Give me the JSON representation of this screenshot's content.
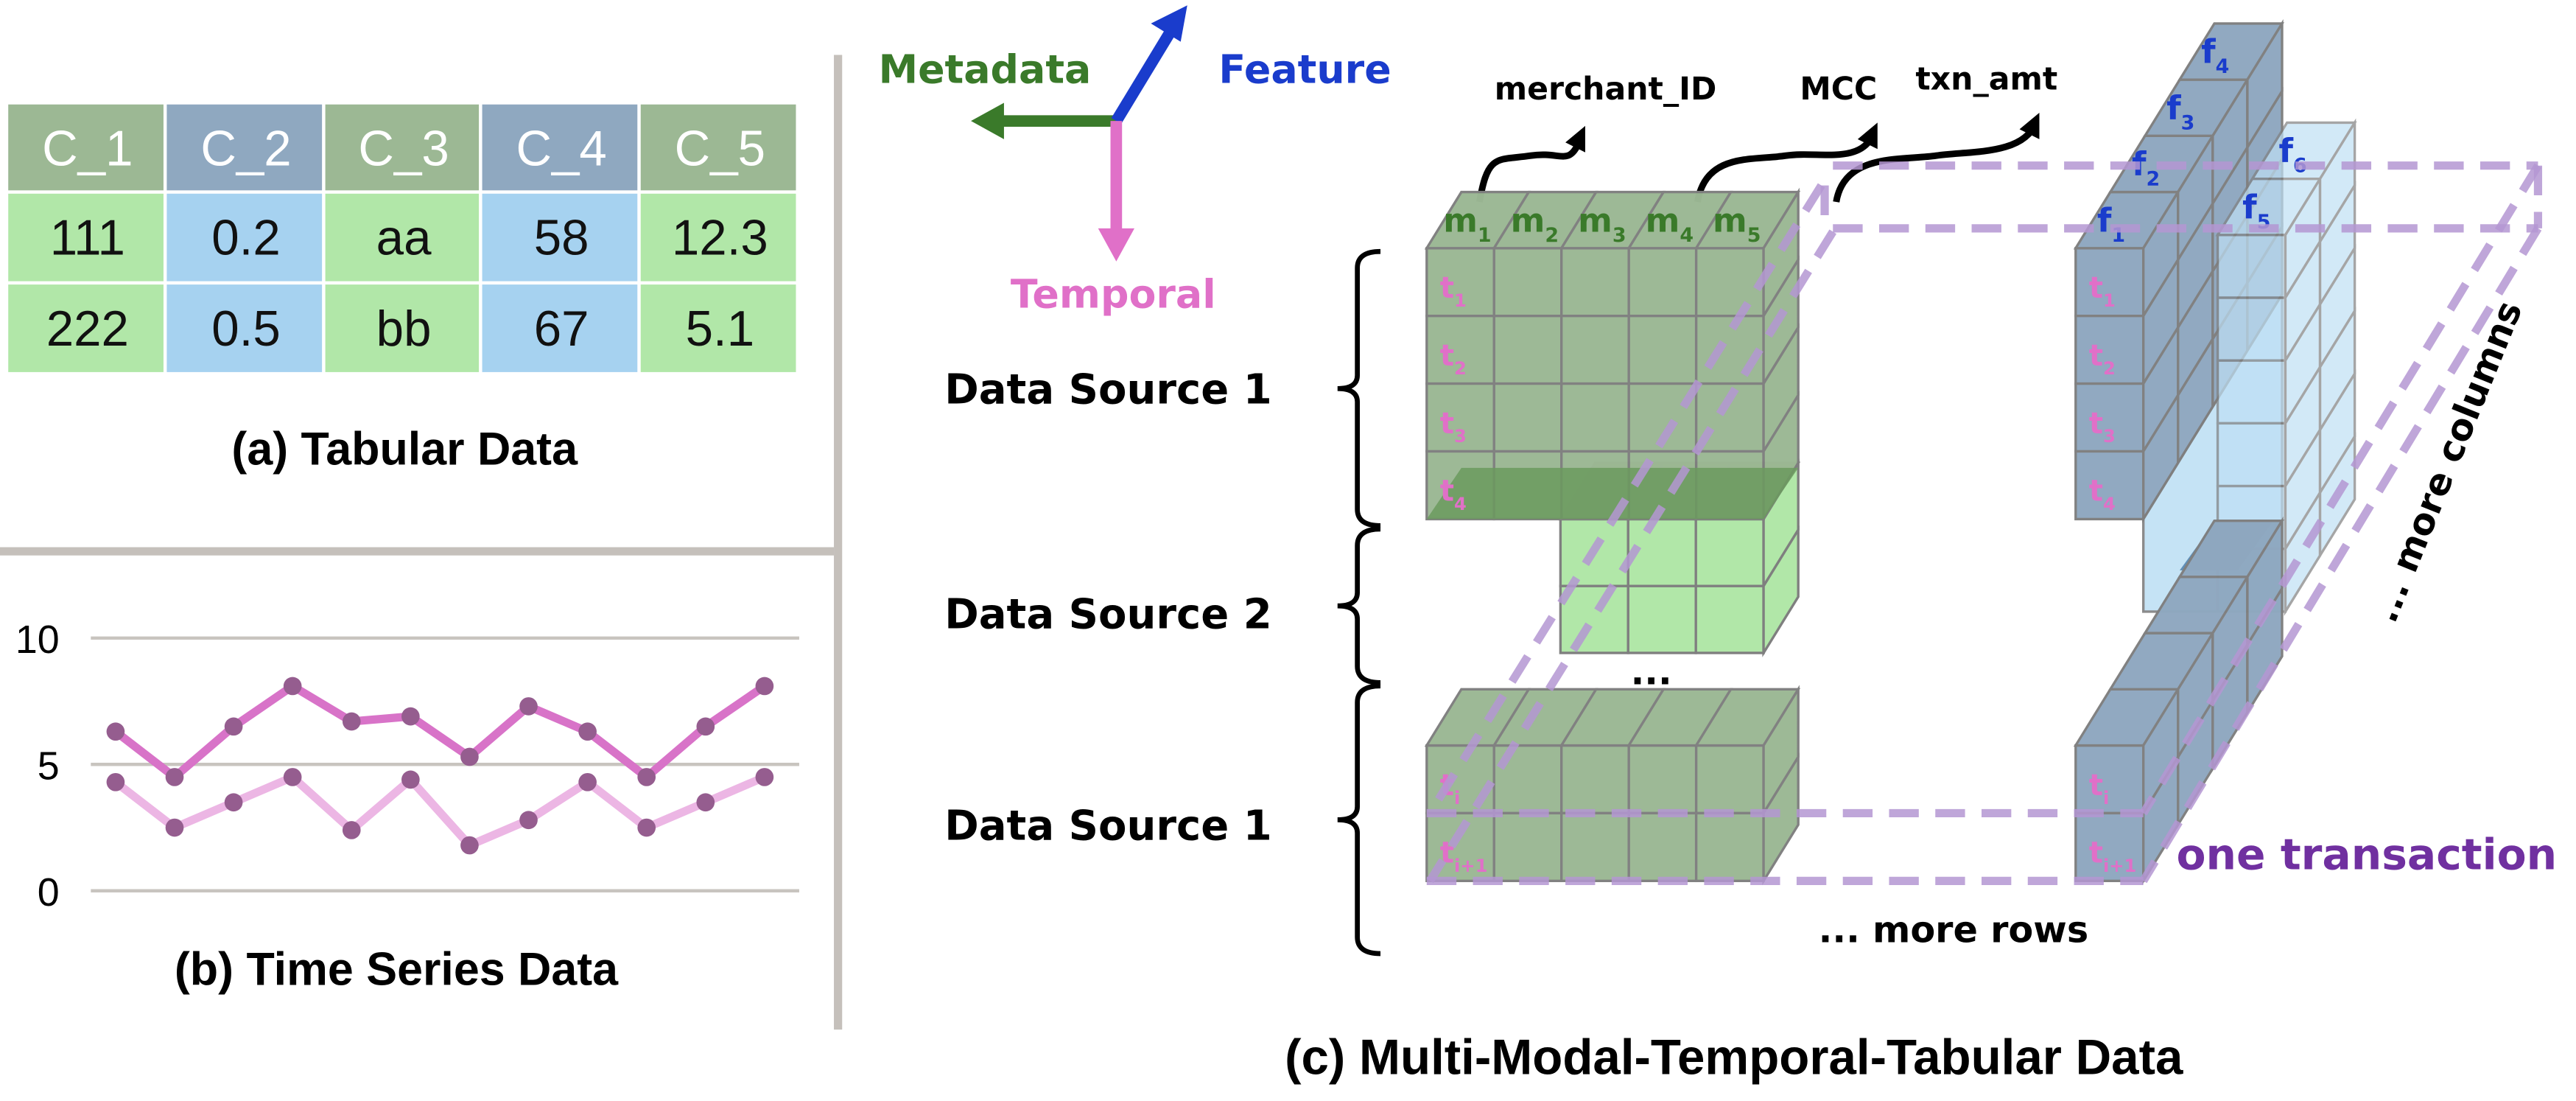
{
  "colors": {
    "header_green": "#9cb894",
    "header_blue": "#8fa8c0",
    "cell_green": "#b1e7a8",
    "cell_blue": "#a6d2f0",
    "metadata": "#3a7a2a",
    "feature": "#1a3ccc",
    "temporal": "#e070c8",
    "transaction": "#7030a0",
    "dash": "#b496d2",
    "cube_green": "#9cb894",
    "cube_green_light": "#b1e7a8",
    "cube_green_dark": "#6b9a5e",
    "cube_blue": "#8fa8c0",
    "cube_blue_light": "#bfe0f5",
    "cube_blue_dark": "#5f8fb8",
    "series_dark": "#d873c8",
    "series_light": "#ecb6e4",
    "marker": "#955d8f"
  },
  "tabular": {
    "caption": "(a) Tabular Data",
    "headers": [
      "C_1",
      "C_2",
      "C_3",
      "C_4",
      "C_5"
    ],
    "rows": [
      [
        "111",
        "0.2",
        "aa",
        "58",
        "12.3"
      ],
      [
        "222",
        "0.5",
        "bb",
        "67",
        "5.1"
      ]
    ]
  },
  "timeseries": {
    "caption": "(b) Time Series Data"
  },
  "chart_data": {
    "type": "line",
    "x": [
      1,
      2,
      3,
      4,
      5,
      6,
      7,
      8,
      9,
      10,
      11,
      12
    ],
    "series": [
      {
        "values": [
          6.3,
          4.5,
          6.5,
          8.1,
          6.7,
          6.9,
          5.3,
          7.3,
          6.3,
          4.5,
          6.5,
          8.1
        ]
      },
      {
        "values": [
          4.3,
          2.5,
          3.5,
          4.5,
          2.4,
          4.4,
          1.8,
          2.8,
          4.3,
          2.5,
          3.5,
          4.5
        ]
      }
    ],
    "yticks": [
      "0",
      "5",
      "10"
    ],
    "ylim": [
      0,
      10
    ],
    "grid": true
  },
  "mmtt": {
    "caption": "(c) Multi-Modal-Temporal-Tabular Data",
    "axes": {
      "metadata": "Metadata",
      "feature": "Feature",
      "temporal": "Temporal"
    },
    "column_names": [
      "merchant_ID",
      "MCC",
      "txn_amt"
    ],
    "sources": [
      "Data Source 1",
      "Data Source 2",
      "Data Source 1"
    ],
    "metadata_cols": [
      {
        "b": "m",
        "s": "1"
      },
      {
        "b": "m",
        "s": "2"
      },
      {
        "b": "m",
        "s": "3"
      },
      {
        "b": "m",
        "s": "4"
      },
      {
        "b": "m",
        "s": "5"
      }
    ],
    "time_rows_top": [
      {
        "b": "t",
        "s": "1"
      },
      {
        "b": "t",
        "s": "2"
      },
      {
        "b": "t",
        "s": "3"
      },
      {
        "b": "t",
        "s": "4"
      }
    ],
    "time_rows_bottom": [
      {
        "b": "t",
        "s": "i"
      },
      {
        "b": "t",
        "s": "i+1"
      }
    ],
    "features": [
      {
        "b": "f",
        "s": "1"
      },
      {
        "b": "f",
        "s": "2"
      },
      {
        "b": "f",
        "s": "3"
      },
      {
        "b": "f",
        "s": "4"
      },
      {
        "b": "f",
        "s": "5"
      },
      {
        "b": "f",
        "s": "6"
      }
    ],
    "ellipsis": "...",
    "more_rows": "... more rows",
    "more_columns": "... more columns",
    "one_transaction": "one transaction"
  }
}
